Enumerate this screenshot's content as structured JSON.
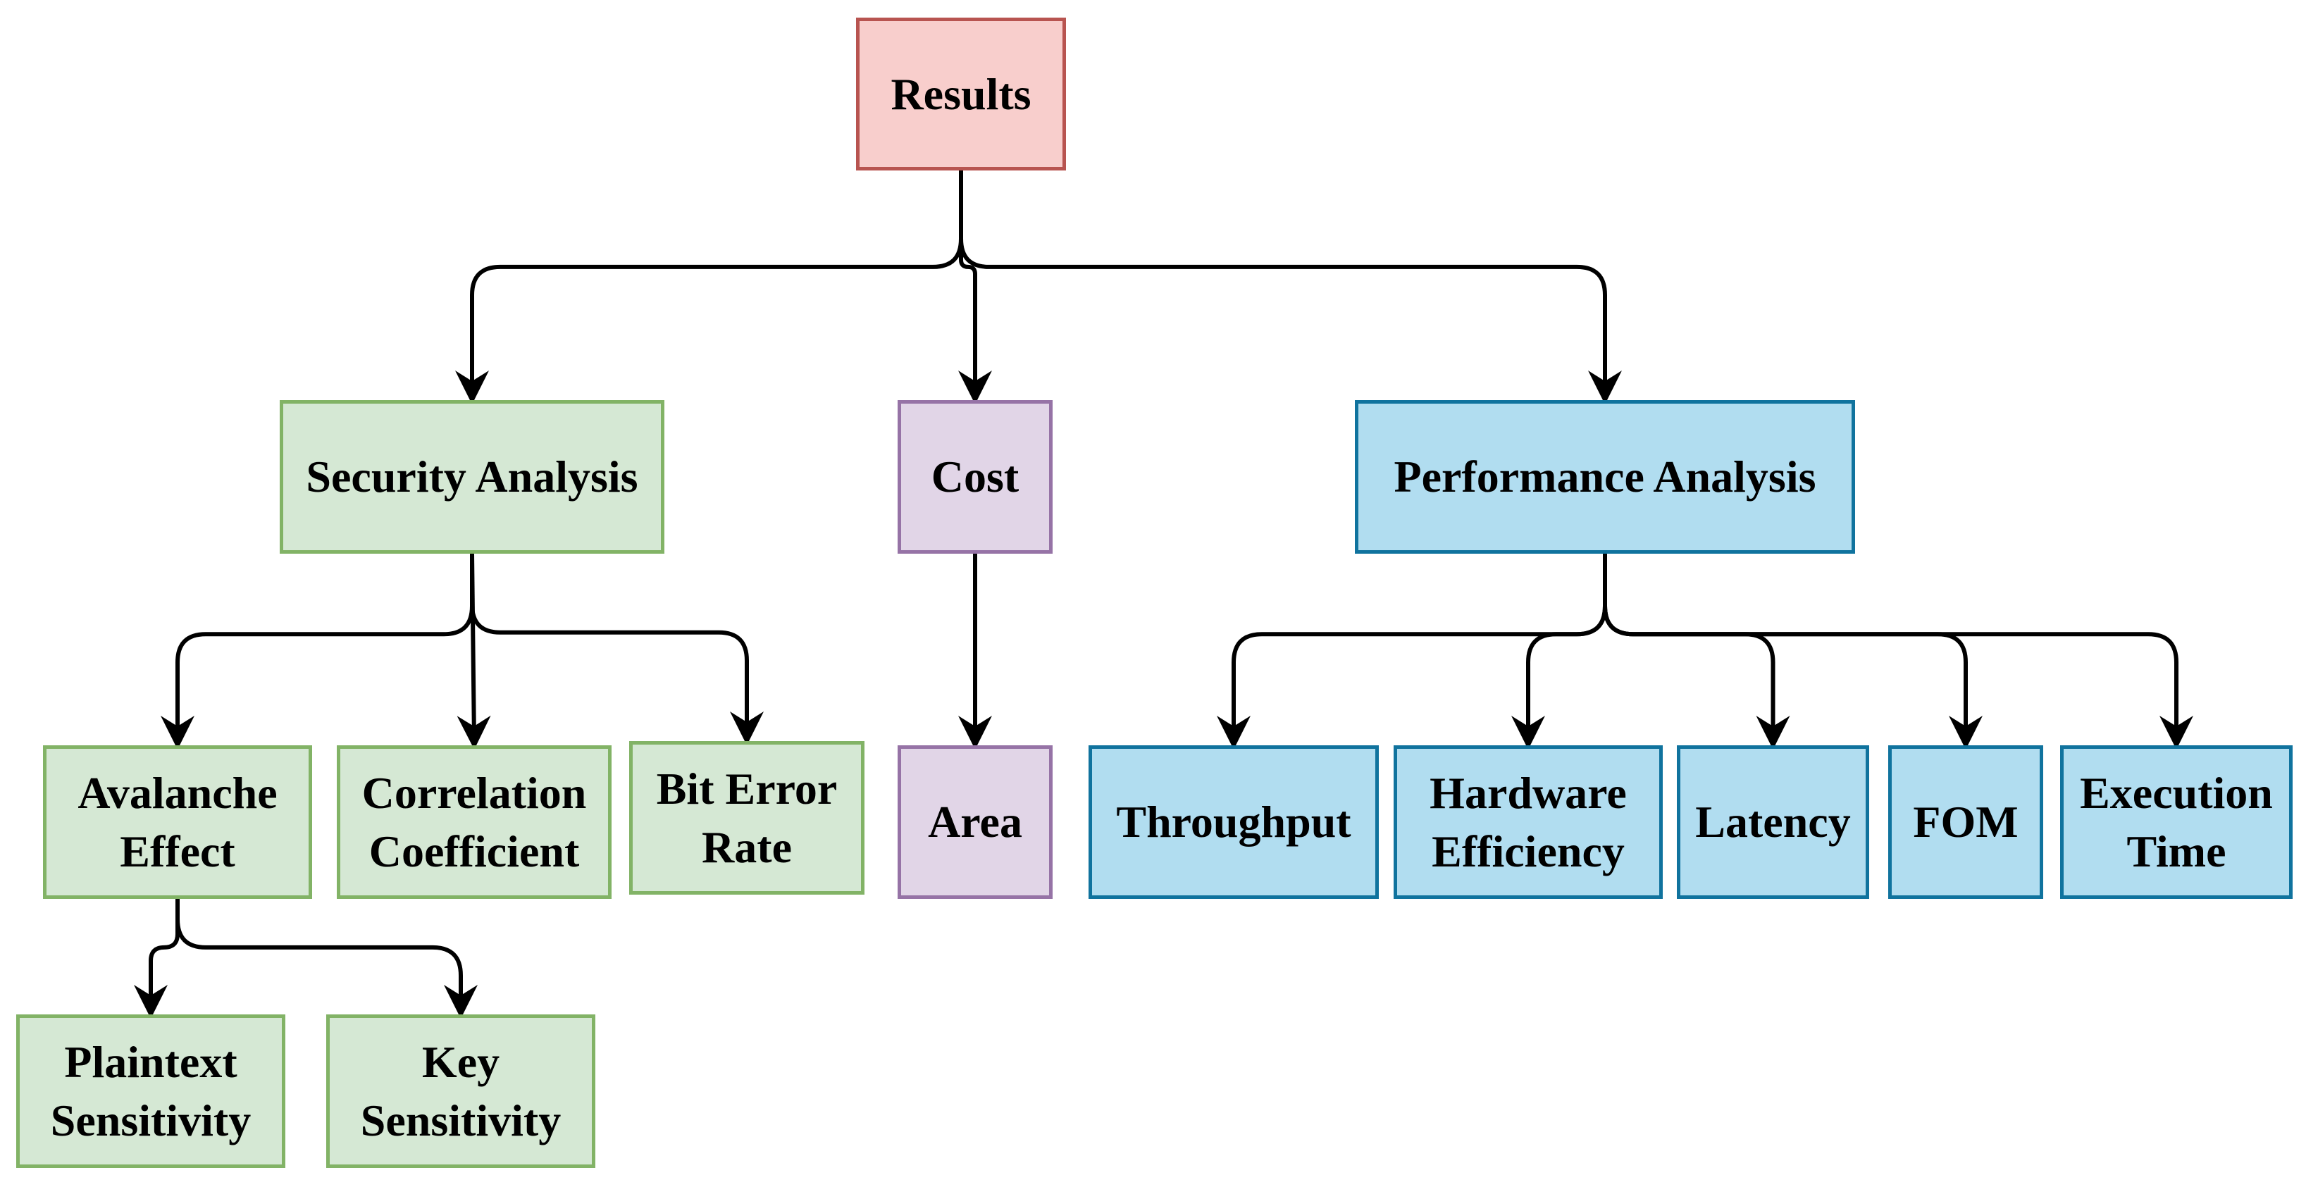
{
  "colors": {
    "results_fill": "#f8cecc",
    "results_stroke": "#b85450",
    "security_fill": "#d5e8d4",
    "security_stroke": "#82b366",
    "cost_fill": "#e1d5e7",
    "cost_stroke": "#9673a6",
    "performance_fill": "#b1ddf0",
    "performance_stroke": "#10739e",
    "edge": "#000000"
  },
  "nodes": {
    "results": {
      "lines": [
        "Results"
      ]
    },
    "security_analysis": {
      "lines": [
        "Security Analysis"
      ]
    },
    "cost": {
      "lines": [
        "Cost"
      ]
    },
    "performance_analysis": {
      "lines": [
        "Performance Analysis"
      ]
    },
    "avalanche_effect": {
      "lines": [
        "Avalanche",
        "Effect"
      ]
    },
    "correlation_coefficient": {
      "lines": [
        "Correlation",
        "Coefficient"
      ]
    },
    "bit_error_rate": {
      "lines": [
        "Bit Error",
        "Rate"
      ]
    },
    "area": {
      "lines": [
        "Area"
      ]
    },
    "throughput": {
      "lines": [
        "Throughput"
      ]
    },
    "hardware_efficiency": {
      "lines": [
        "Hardware",
        "Efficiency"
      ]
    },
    "latency": {
      "lines": [
        "Latency"
      ]
    },
    "fom": {
      "lines": [
        "FOM"
      ]
    },
    "execution_time": {
      "lines": [
        "Execution",
        "Time"
      ]
    },
    "plaintext_sensitivity": {
      "lines": [
        "Plaintext",
        "Sensitivity"
      ]
    },
    "key_sensitivity": {
      "lines": [
        "Key",
        "Sensitivity"
      ]
    }
  },
  "edges": [
    [
      "results",
      "security_analysis"
    ],
    [
      "results",
      "cost"
    ],
    [
      "results",
      "performance_analysis"
    ],
    [
      "security_analysis",
      "avalanche_effect"
    ],
    [
      "security_analysis",
      "correlation_coefficient"
    ],
    [
      "security_analysis",
      "bit_error_rate"
    ],
    [
      "cost",
      "area"
    ],
    [
      "performance_analysis",
      "throughput"
    ],
    [
      "performance_analysis",
      "hardware_efficiency"
    ],
    [
      "performance_analysis",
      "latency"
    ],
    [
      "performance_analysis",
      "fom"
    ],
    [
      "performance_analysis",
      "execution_time"
    ],
    [
      "avalanche_effect",
      "plaintext_sensitivity"
    ],
    [
      "avalanche_effect",
      "key_sensitivity"
    ]
  ]
}
